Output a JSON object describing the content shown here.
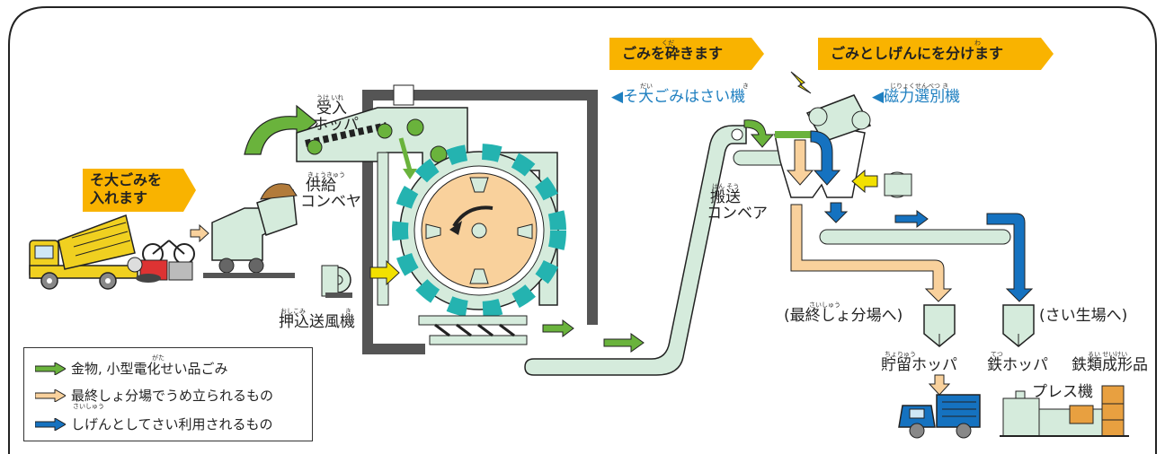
{
  "banners": {
    "input": [
      "そ大ごみを",
      "入れます"
    ],
    "crush": "ごみを砕きます",
    "separate": "ごみとしげんにを分けます"
  },
  "labels": {
    "receiving_hopper": [
      "受入",
      "ホッパ"
    ],
    "receiving_hopper_ruby": "うけ いれ",
    "supply_conveyor": [
      "供給",
      "コンベヤ"
    ],
    "supply_conveyor_ruby": "きょうきゅう",
    "push_blower": "押込送風機",
    "push_blower_ruby": "おしこみ",
    "push_blower_ruby2": "き",
    "crusher": "◀そ大ごみはさい機",
    "crusher_ruby": "だい",
    "crusher_ruby2": "き",
    "crush_ruby": "くだ",
    "separate_ruby": "わ",
    "magnetic": "◀磁力選別機",
    "magnetic_ruby": "じりょくせんべつ き",
    "transport_conveyor": [
      "搬送",
      "コンベア"
    ],
    "transport_conveyor_ruby": "はん そう",
    "landfill_hopper": "(最終しょ分場へ)",
    "landfill_hopper_ruby": "さいしゅう",
    "recycle_hopper": "(さい生場へ)",
    "storage_hopper": "貯留ホッパ",
    "storage_hopper_ruby": "ちょりゅう",
    "iron_hopper": "鉄ホッパ",
    "iron_hopper_ruby": "てつ",
    "iron_products": "鉄類成形品",
    "iron_products_ruby": "るい せいけい",
    "press": "プレス機"
  },
  "legend": [
    {
      "text": "金物, 小型電化せい品ごみ",
      "ruby": "がた",
      "color": "#6ab33c"
    },
    {
      "text": "最終しょ分場でうめ立られるもの",
      "ruby": "さいしゅう",
      "color": "#f5c98e"
    },
    {
      "text": "しげんとしてさい利用されるもの",
      "ruby": "",
      "color": "#1572c0"
    }
  ],
  "colors": {
    "banner": "#f9b300",
    "machine_fill": "#d5ebdc",
    "teal": "#24b3b0",
    "drum": "#f9d19c",
    "frame": "#555555",
    "label_blue": "#1e7fc0"
  }
}
